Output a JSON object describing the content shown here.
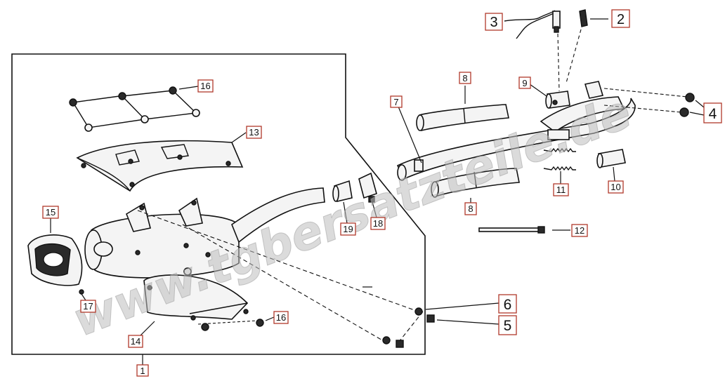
{
  "diagram": {
    "watermark": "www.tgbersatzteile.de",
    "callouts": {
      "c1": "1",
      "c2": "2",
      "c3": "3",
      "c4": "4",
      "c5": "5",
      "c6": "6",
      "c7": "7",
      "c8a": "8",
      "c8b": "8",
      "c9": "9",
      "c10": "10",
      "c11": "11",
      "c12": "12",
      "c13": "13",
      "c14": "14",
      "c15": "15",
      "c16a": "16",
      "c16b": "16",
      "c17": "17",
      "c18": "18",
      "c19": "19"
    },
    "colors": {
      "callout_border": "#b0392b",
      "ink": "#111111",
      "watermark": "#bdbdbd"
    }
  }
}
